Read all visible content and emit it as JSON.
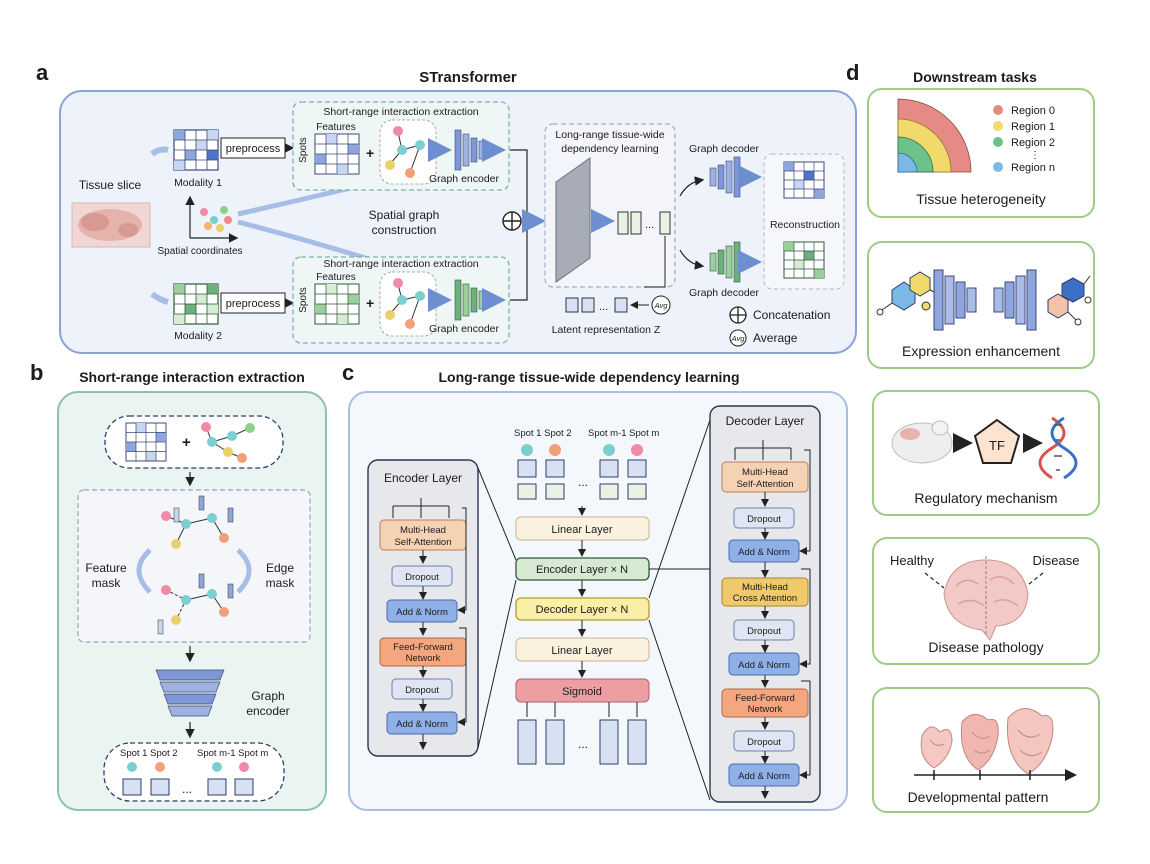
{
  "panel_letters": {
    "a": "a",
    "b": "b",
    "c": "c",
    "d": "d"
  },
  "panel_a": {
    "title": "STransformer",
    "tissue_slice": "Tissue slice",
    "spatial_coordinates": "Spatial coordinates",
    "modality1": "Modality 1",
    "modality2": "Modality 2",
    "preprocess": "preprocess",
    "short_range_title": "Short-range interaction extraction",
    "features": "Features",
    "spots": "Spots",
    "graph_encoder": "Graph encoder",
    "spatial_graph_line1": "Spatial graph",
    "spatial_graph_line2": "construction",
    "long_range_line1": "Long-range tissue-wide",
    "long_range_line2": "dependency learning",
    "graph_decoder": "Graph decoder",
    "reconstruction": "Reconstruction",
    "latent": "Latent representation Z",
    "avg_symbol": "Avg",
    "ellipsis": "...",
    "legend_concat": "Concatenation",
    "legend_average": "Average"
  },
  "panel_b": {
    "title": "Short-range interaction extraction",
    "feature_mask_1": "Feature",
    "feature_mask_2": "mask",
    "edge_mask_1": "Edge",
    "edge_mask_2": "mask",
    "graph_encoder_1": "Graph",
    "graph_encoder_2": "encoder",
    "spots_row": "Spot 1 Spot 2",
    "spots_row_2": "Spot m-1 Spot m",
    "ellipsis": "..."
  },
  "panel_c": {
    "title": "Long-range tissue-wide dependency learning",
    "spots_top": "Spot 1 Spot 2",
    "spots_top_2": "Spot m-1 Spot m",
    "ellipsis": "...",
    "encoder_layer": "Encoder Layer",
    "decoder_layer": "Decoder Layer",
    "mha_1": "Multi-Head",
    "mha_2": "Self-Attention",
    "mhca_1": "Multi-Head",
    "mhca_2": "Cross Attention",
    "dropout": "Dropout",
    "add_norm": "Add & Norm",
    "ffn_1": "Feed-Forward",
    "ffn_2": "Network",
    "linear_layer": "Linear Layer",
    "encoder_stack": "Encoder Layer × N",
    "decoder_stack": "Decoder Layer × N",
    "sigmoid": "Sigmoid"
  },
  "panel_d": {
    "title": "Downstream tasks",
    "region0": "Region 0",
    "region1": "Region 1",
    "region2": "Region 2",
    "region_n": "Region n",
    "vdots": "⋮",
    "tissue_heterogeneity": "Tissue heterogeneity",
    "expression_enhancement": "Expression enhancement",
    "tf": "TF",
    "regulatory_mechanism": "Regulatory mechanism",
    "healthy": "Healthy",
    "disease": "Disease",
    "disease_pathology": "Disease pathology",
    "developmental_pattern": "Developmental pattern"
  },
  "colors": {
    "panel_a_border": "#8aa4d6",
    "panel_a_fill": "#eef3fb",
    "panel_b_border": "#8fc1b8",
    "panel_b_fill": "#eaf5f2",
    "panel_c_border": "#a9bfe0",
    "panel_c_fill": "#f4f7fc",
    "panel_d_border": "#9ccc86",
    "encoder_blue": "#7f97d6",
    "decoder_green": "#6fae7d",
    "attention_peach": "#f6d2b5",
    "cross_attention_gold": "#f0c96a",
    "ffn_orange": "#f4a77f",
    "linear_cream": "#fbf1df",
    "encoder_stack_green": "#d6ead3",
    "decoder_stack_yellow": "#fbeea6",
    "sigmoid_pink": "#ec9ea3",
    "region0": "#e58a84",
    "region1": "#f2d96b",
    "region2": "#6cc28b",
    "region_n": "#7ab8e6"
  }
}
